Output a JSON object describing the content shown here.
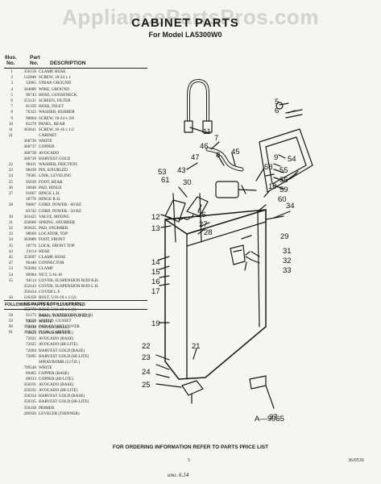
{
  "watermark": "AppliancePartsPros.com",
  "header": {
    "title": "CABINET PARTS",
    "subtitle": "For Model LA5300W0",
    "col_illus": "Illus.",
    "col_no": "No.",
    "col_part": "Part",
    "col_part_no": "No.",
    "col_description": "DESCRIPTION"
  },
  "parts": [
    {
      "no": "1",
      "part": "356158",
      "desc": "CLAMP, HOSE"
    },
    {
      "no": "2",
      "part": "132848",
      "desc": "SCREW, 10-24 x 1"
    },
    {
      "no": "3",
      "part": "33965",
      "desc": "STRAP, GROUND"
    },
    {
      "no": "4",
      "part": "364689",
      "desc": "WIRE, GROUND"
    },
    {
      "no": "5",
      "part": "96743",
      "desc": "HOSE, GOOSENECK"
    },
    {
      "no": "6",
      "part": "355121",
      "desc": "SCREEN, FILTER"
    },
    {
      "no": "7",
      "part": "81339",
      "desc": "HOSE, INLET"
    },
    {
      "no": "8",
      "part": "76322",
      "desc": "WASHER, RUBBER"
    },
    {
      "no": "9",
      "part": "90864",
      "desc": "SCREW, 10-24 x 3/8"
    },
    {
      "no": "10",
      "part": "85279",
      "desc": "PANEL, REAR"
    },
    {
      "no": "11",
      "part": "363641",
      "desc": "SCREW, 10-16 x 1/2"
    },
    {
      "no": "21",
      "part": "",
      "desc": "CABINET"
    },
    {
      "no": "",
      "part": "368736",
      "desc": "WHITE"
    },
    {
      "no": "",
      "part": "368737",
      "desc": "COPPER"
    },
    {
      "no": "",
      "part": "368738",
      "desc": "AVOCADO"
    },
    {
      "no": "",
      "part": "368739",
      "desc": "HARVEST GOLD"
    },
    {
      "no": "22",
      "part": "98411",
      "desc": "WASHER, FRICTION"
    },
    {
      "no": "23",
      "part": "98439",
      "desc": "PIN, KNURLED"
    },
    {
      "no": "24",
      "part": "79585",
      "desc": "LINK, LEVELING"
    },
    {
      "no": "25",
      "part": "95839",
      "desc": "FOOT, REAR"
    },
    {
      "no": "26",
      "part": "18848",
      "desc": "PAD, HINGE"
    },
    {
      "no": "27",
      "part": "91607",
      "desc": "HINGE L.H."
    },
    {
      "no": "",
      "part": "18776",
      "desc": "HINGE R.H."
    },
    {
      "no": "28",
      "part": "90867",
      "desc": "CORD, POWER - 60 HZ"
    },
    {
      "no": "",
      "part": "83742",
      "desc": "CORD, POWER - 50 HZ"
    },
    {
      "no": "30",
      "part": "363425",
      "desc": "VALVE, MIXING"
    },
    {
      "no": "31",
      "part": "356666",
      "desc": "SPRING, SNUBBER"
    },
    {
      "no": "32",
      "part": "363635",
      "desc": "PAD, SNUBBER"
    },
    {
      "no": "33",
      "part": "98669",
      "desc": "LOCATOR, TOP"
    },
    {
      "no": "34",
      "part": "363889",
      "desc": "FOOT, FRONT"
    },
    {
      "no": "35",
      "part": "18776",
      "desc": "LOCK, FRONT TOP"
    },
    {
      "no": "43",
      "part": "21114",
      "desc": "HOSE"
    },
    {
      "no": "45",
      "part": "353097",
      "desc": "CLAMP, HOSE"
    },
    {
      "no": "47",
      "part": "96440",
      "desc": "CONNECTOR"
    },
    {
      "no": "53",
      "part": "763094",
      "desc": "CLAMP"
    },
    {
      "no": "54",
      "part": "90984",
      "desc": "NUT, 5/16-18"
    },
    {
      "no": "55",
      "part": "94114",
      "desc": "COVER, SUSPENSION ROD R.H."
    },
    {
      "no": "",
      "part": "352143",
      "desc": "COVER, SUSPENSION ROD L.H."
    },
    {
      "no": "",
      "part": "356434",
      "desc": "COVER L.F."
    },
    {
      "no": "56",
      "part": "126358",
      "desc": "BOLT, 5/16-18 x 2 (2)"
    },
    {
      "no": "",
      "part": "126211",
      "desc": "BOLT, 5/16-18 x 1/8 (2)"
    },
    {
      "no": "",
      "part": "353770",
      "desc": "BOLT, 5/16-18 x 1 (1)"
    },
    {
      "no": "58",
      "part": "91273",
      "desc": "BALL, SUSPENSION ROD (6)"
    },
    {
      "no": "59",
      "part": "94656",
      "desc": "SHIELD, GUSSET"
    },
    {
      "no": "60",
      "part": "352434",
      "desc": "PAD, GUSSET COVER"
    },
    {
      "no": "61",
      "part": "354179",
      "desc": "PLUG, CABINET"
    }
  ],
  "following_header": "FOLLOWING PARTS NOT ILLUSTRATED",
  "paint_parts": [
    {
      "part": "",
      "desc": "PAINT, TOUCH-UP (1/2 OZ.)"
    },
    {
      "part": "72017",
      "desc": "WHITE"
    },
    {
      "part": "72019",
      "desc": "COPPER (BASE)"
    },
    {
      "part": "72024",
      "desc": "COPPER (HI-LITE)"
    },
    {
      "part": "72021",
      "desc": "AVOCADO (BASE)"
    },
    {
      "part": "72025",
      "desc": "AVOCADO (HI-LITE)"
    },
    {
      "part": "72094",
      "desc": "HARVEST GOLD (BASE)"
    },
    {
      "part": "72095",
      "desc": "HARVEST GOLD (HI-LITE)"
    },
    {
      "part": "",
      "desc": "SPRAYBOMB (12 OZ.)"
    },
    {
      "part": "799548",
      "desc": "WHITE"
    },
    {
      "part": "89405",
      "desc": "COPPER (BASE)"
    },
    {
      "part": "89913",
      "desc": "COPPER (HI-LITE)"
    },
    {
      "part": "350191",
      "desc": "AVOCADO (BASE)"
    },
    {
      "part": "350192",
      "desc": "AVOCADO (HI-LITE)"
    },
    {
      "part": "350334",
      "desc": "HARVEST GOLD (BASE)"
    },
    {
      "part": "350335",
      "desc": "HARVEST GOLD (HI-LITE)"
    },
    {
      "part": "356338",
      "desc": "PRIMER"
    },
    {
      "part": "206926",
      "desc": "LEVELER (THINNER)"
    }
  ],
  "diagram": {
    "figure_label": "A—9965",
    "callouts": [
      "5",
      "6",
      "7",
      "8",
      "9",
      "10",
      "11",
      "12",
      "13",
      "14",
      "15",
      "16",
      "17",
      "19",
      "21",
      "22",
      "23",
      "24",
      "25",
      "26",
      "27",
      "28",
      "29",
      "30",
      "31",
      "32",
      "33",
      "34",
      "37",
      "43",
      "45",
      "46",
      "47",
      "53",
      "54",
      "55",
      "56",
      "58",
      "59",
      "60",
      "61"
    ]
  },
  "footer": {
    "note": "FOR ORDERING INFORMATION REFER TO PARTS PRICE LIST",
    "page_number": "5",
    "code": "36/0530",
    "handwritten": "uno. 6.14"
  }
}
